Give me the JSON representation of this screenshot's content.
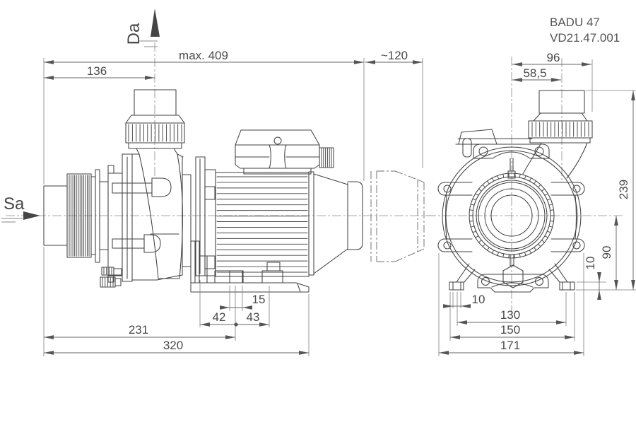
{
  "title_block": {
    "model": "BADU 47",
    "drawing_number": "VD21.47.001"
  },
  "flow_labels": {
    "suction": "Sa",
    "discharge": "Da"
  },
  "dimensions": {
    "side": {
      "overall_max": "max. 409",
      "inlet_to_discharge": "136",
      "clearance": "~120",
      "slot_length": "15",
      "foot_offset_left": "42",
      "foot_offset_right": "43",
      "inlet_to_foot_axis": "231",
      "base_length": "320"
    },
    "front": {
      "axis_to_union_edge": "96",
      "axis_to_discharge_axis": "58,5",
      "overall_height": "239",
      "axis_to_base": "90",
      "pad_height": "10",
      "slot_width": "10",
      "slot_centers": "130",
      "pad_span": "150",
      "overall_width": "171"
    }
  }
}
